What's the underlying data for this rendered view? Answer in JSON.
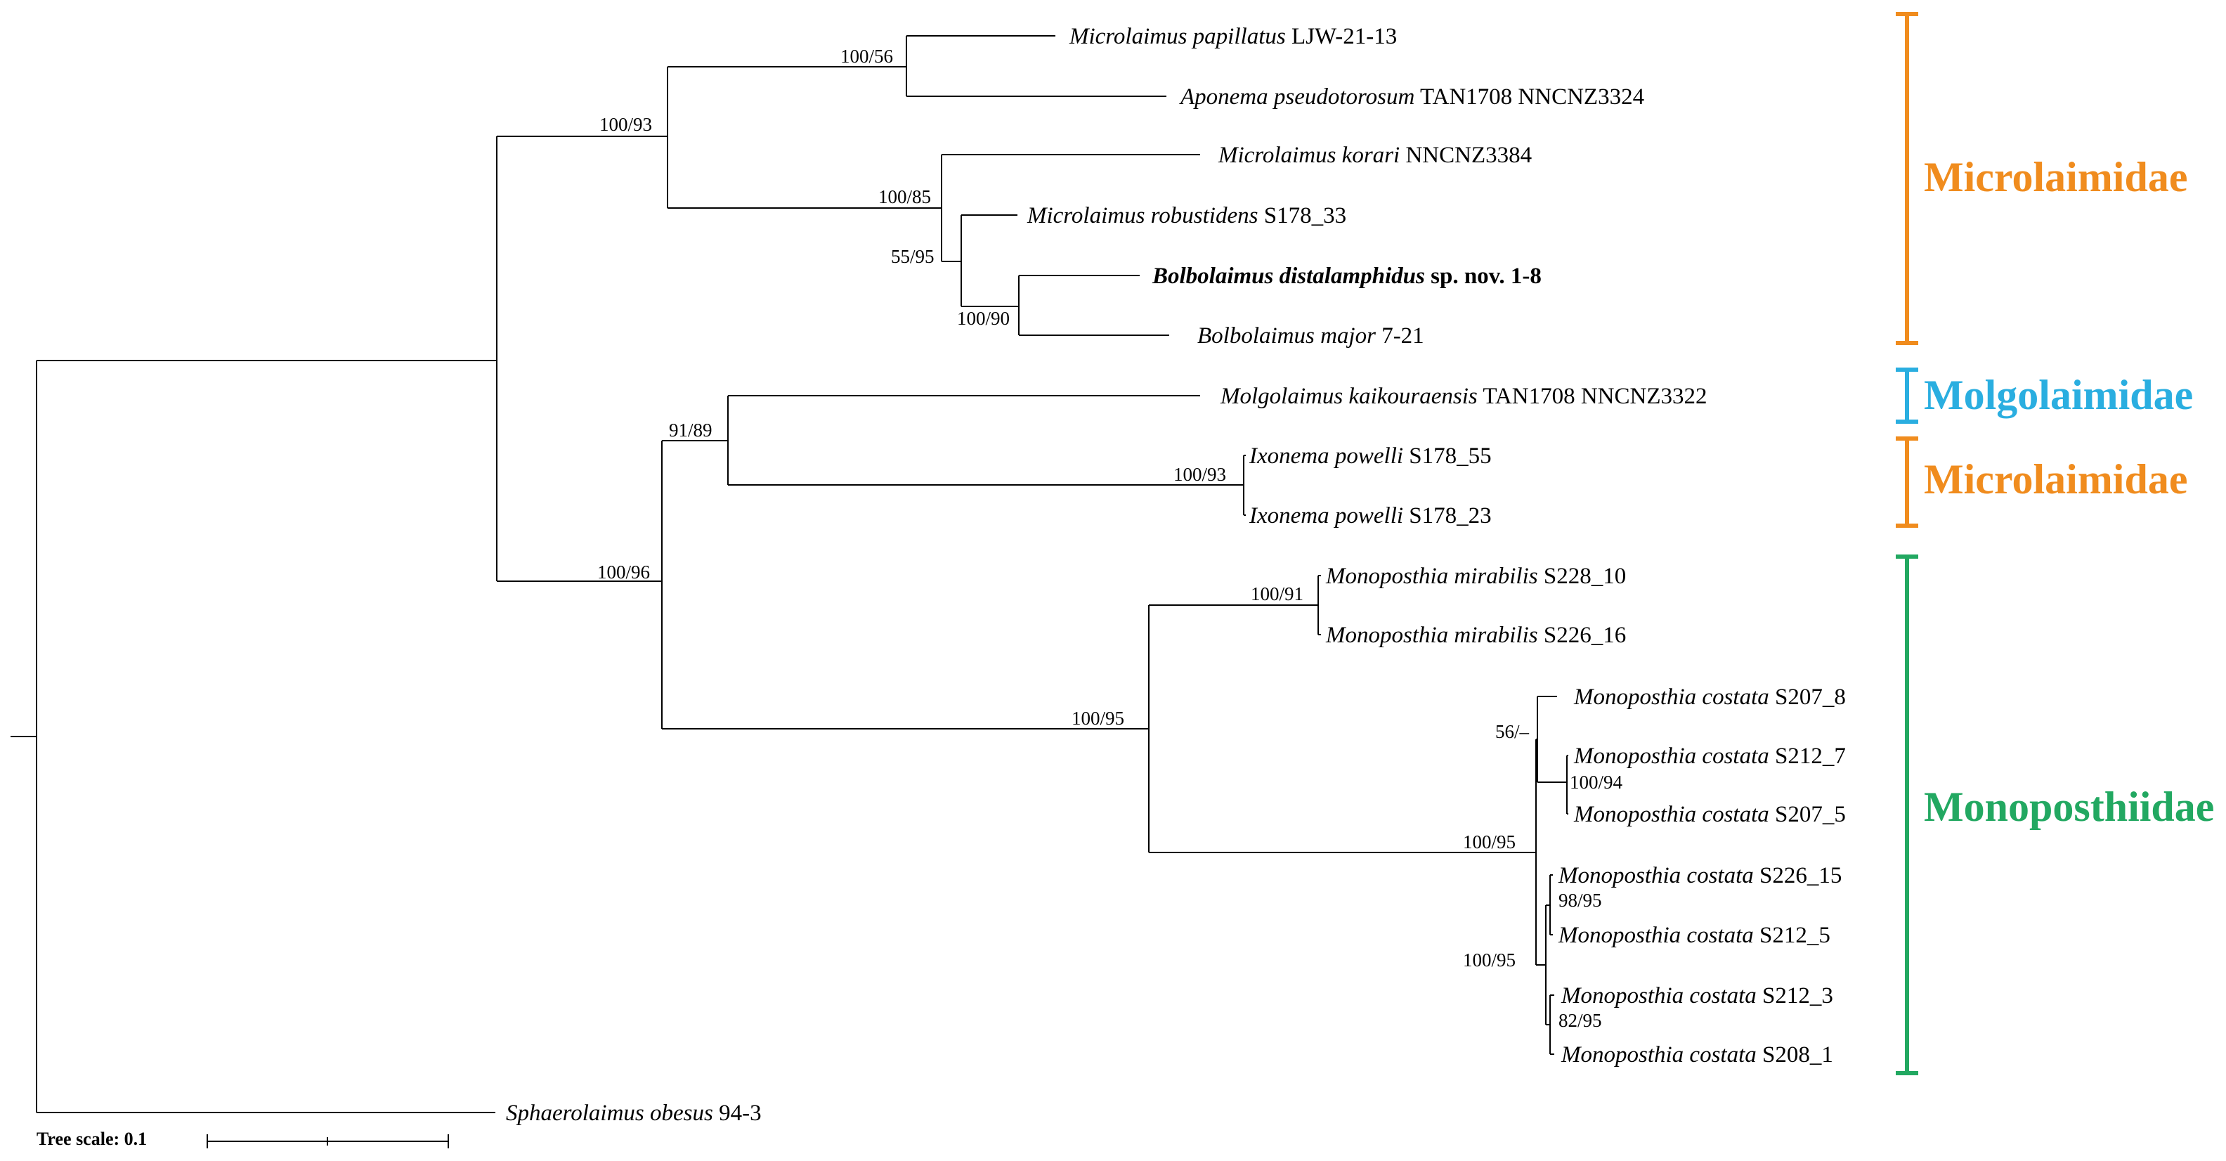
{
  "colors": {
    "microlaimidae": "#F08C1E",
    "molgolaimidae": "#2AAEE0",
    "monoposthiidae": "#22A861",
    "branch": "#000000"
  },
  "leaves": [
    {
      "taxon": "Microlaimus papillatus",
      "code": " LJW-21-13",
      "bold": false
    },
    {
      "taxon": "Aponema pseudotorosum",
      "code": "TAN1708 NNCNZ3324",
      "bold": false
    },
    {
      "taxon": "Microlaimus korari",
      "code": "NNCNZ3384",
      "bold": false
    },
    {
      "taxon": "Microlaimus robustidens",
      "code": "S178_33",
      "bold": false
    },
    {
      "taxon": "Bolbolaimus distalamphidus",
      "code": "sp. nov. 1-8",
      "bold": true
    },
    {
      "taxon": "Bolbolaimus major",
      "code": "7-21",
      "bold": false
    },
    {
      "taxon": "Molgolaimus kaikouraensis",
      "code": "TAN1708 NNCNZ3322",
      "bold": false
    },
    {
      "taxon": "Ixonema powelli",
      "code": "S178_55",
      "bold": false
    },
    {
      "taxon": "Ixonema powelli",
      "code": "S178_23",
      "bold": false
    },
    {
      "taxon": "Monoposthia mirabilis",
      "code": "S228_10",
      "bold": false
    },
    {
      "taxon": "Monoposthia mirabilis",
      "code": "S226_16",
      "bold": false
    },
    {
      "taxon": "Monoposthia costata",
      "code": "S207_8",
      "bold": false
    },
    {
      "taxon": "Monoposthia costata",
      "code": "S212_7",
      "bold": false
    },
    {
      "taxon": "Monoposthia costata",
      "code": "S207_5",
      "bold": false
    },
    {
      "taxon": "Monoposthia costata",
      "code": "S226_15",
      "bold": false
    },
    {
      "taxon": "Monoposthia costata",
      "code": "S212_5",
      "bold": false
    },
    {
      "taxon": "Monoposthia costata",
      "code": "S212_3",
      "bold": false
    },
    {
      "taxon": "Monoposthia costata",
      "code": "S208_1",
      "bold": false
    },
    {
      "taxon": "Sphaerolaimus obesus",
      "code": "94-3",
      "bold": false
    }
  ],
  "support": [
    {
      "id": "papillatus-aponema",
      "value": "100/56"
    },
    {
      "id": "microlaimus-clade",
      "value": "100/93"
    },
    {
      "id": "korari-clade",
      "value": "100/85"
    },
    {
      "id": "robustidens-clade",
      "value": "55/95"
    },
    {
      "id": "bolbolaimus-clade",
      "value": "100/90"
    },
    {
      "id": "molgolaimus-ixonema",
      "value": "91/89"
    },
    {
      "id": "ixonema-clade",
      "value": "100/93"
    },
    {
      "id": "ingroup-lower",
      "value": "100/96"
    },
    {
      "id": "mirabilis-clade",
      "value": "100/91"
    },
    {
      "id": "monoposthia-clade",
      "value": "100/95"
    },
    {
      "id": "costata-s207-8",
      "value": "56/–"
    },
    {
      "id": "costata-s212-7",
      "value": "100/94"
    },
    {
      "id": "costata-clade",
      "value": "100/95"
    },
    {
      "id": "costata-s226-15",
      "value": "98/95"
    },
    {
      "id": "costata-lower",
      "value": "100/95"
    },
    {
      "id": "costata-s212-3",
      "value": "82/95"
    }
  ],
  "clades": [
    {
      "name": "Microlaimidae",
      "color_key": "microlaimidae"
    },
    {
      "name": "Molgolaimidae",
      "color_key": "molgolaimidae"
    },
    {
      "name": "Microlaimidae",
      "color_key": "microlaimidae"
    },
    {
      "name": "Monoposthiidae",
      "color_key": "monoposthiidae"
    }
  ],
  "scale": {
    "label": "Tree scale: 0.1"
  }
}
